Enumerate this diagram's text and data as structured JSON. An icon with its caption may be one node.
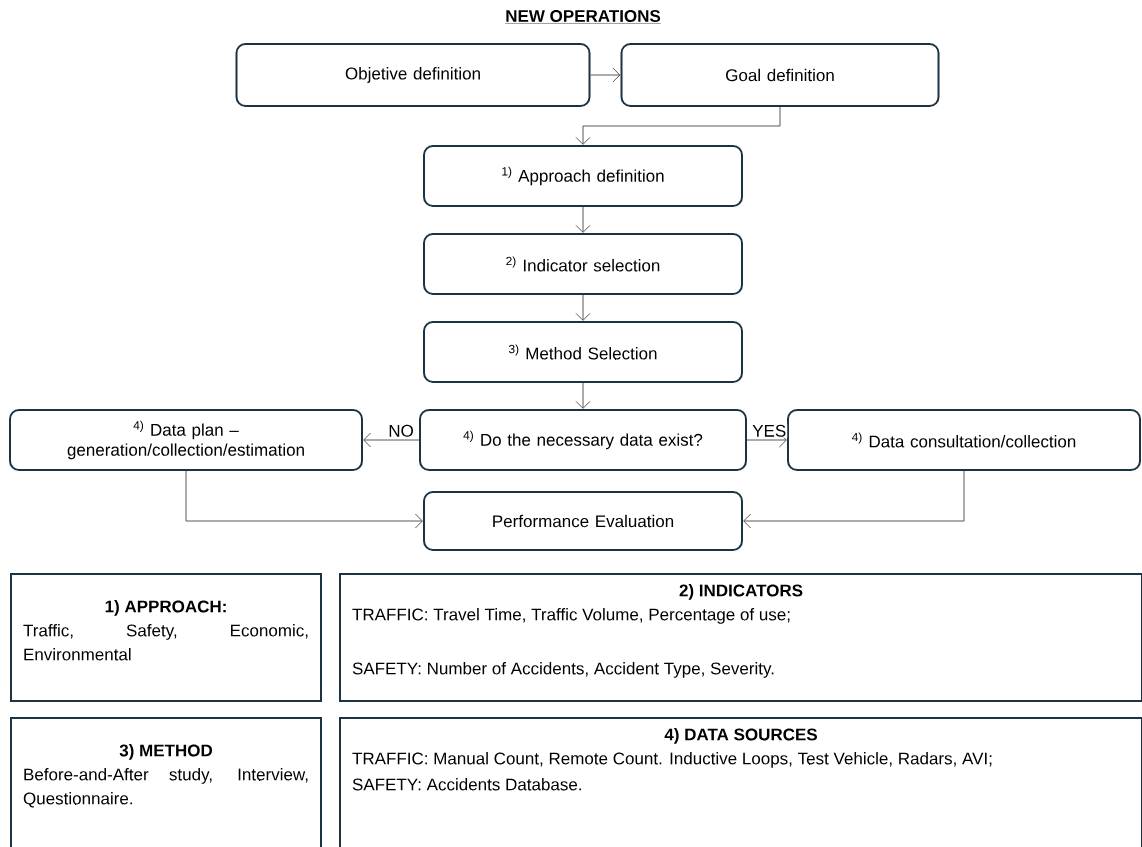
{
  "diagram": {
    "title": "NEW OPERATIONS",
    "nodes": [
      {
        "text": [
          "Objetive definition"
        ]
      },
      {
        "text": [
          "Goal definition"
        ]
      },
      {
        "text": [
          "$^{1)}$ Approach definition"
        ]
      },
      {
        "text": [
          "$^{2)}$ Indicator selection"
        ]
      },
      {
        "text": [
          "$^{3)}$ Method Selection"
        ]
      },
      {
        "text": [
          "$^{4)}$ Data plan – generation/collection/estimation"
        ]
      },
      {
        "text": [
          "$^{4)}$ Do the necessary data exist?"
        ]
      },
      {
        "text": [
          "$^{4)}$ Data consultation/collection"
        ]
      },
      {
        "text": [
          "Performance Evaluation"
        ]
      },
      {
        "text": [
          "**1) APPROACH**:",
          "Traffic, Safety, Economic, Environmental"
        ]
      },
      {
        "text": [
          "2) INDICATORS",
          "TRAFFIC: Travel Time, Traffic Volume, Percentage of use;",
          "SAFETY: Number of Accidents, Accident Type, Severity."
        ]
      },
      {
        "text": [
          "3) METHOD",
          "Before-and-After study, Interview, Questionnaire."
        ]
      },
      {
        "text": [
          "4) DATA SOURCES",
          "TRAFFIC: Manual Count, Remote Count. Inductive Loops, Test Vehicle, Radars, AVI;",
          "SAFETY: Accidents Database."
        ]
      }
    ],
    "edges": [
      {
        "from": 0,
        "to": 1,
        "arrow": "to"
      },
      {
        "from": 1,
        "to": 2,
        "arrow": "to"
      },
      {
        "from": 2,
        "to": 3,
        "arrow": "to"
      },
      {
        "from": 3,
        "to": 4,
        "arrow": "to"
      },
      {
        "from": 4,
        "to": 6,
        "arrow": "to"
      },
      {
        "from": 6,
        "to": 5,
        "arrow": "to",
        "label": "NO"
      },
      {
        "from": 6,
        "to": 7,
        "arrow": "to",
        "label": "YES"
      },
      {
        "from": 5,
        "to": 8,
        "arrow": "to"
      },
      {
        "from": 7,
        "to": 8,
        "arrow": "to"
      }
    ]
  }
}
